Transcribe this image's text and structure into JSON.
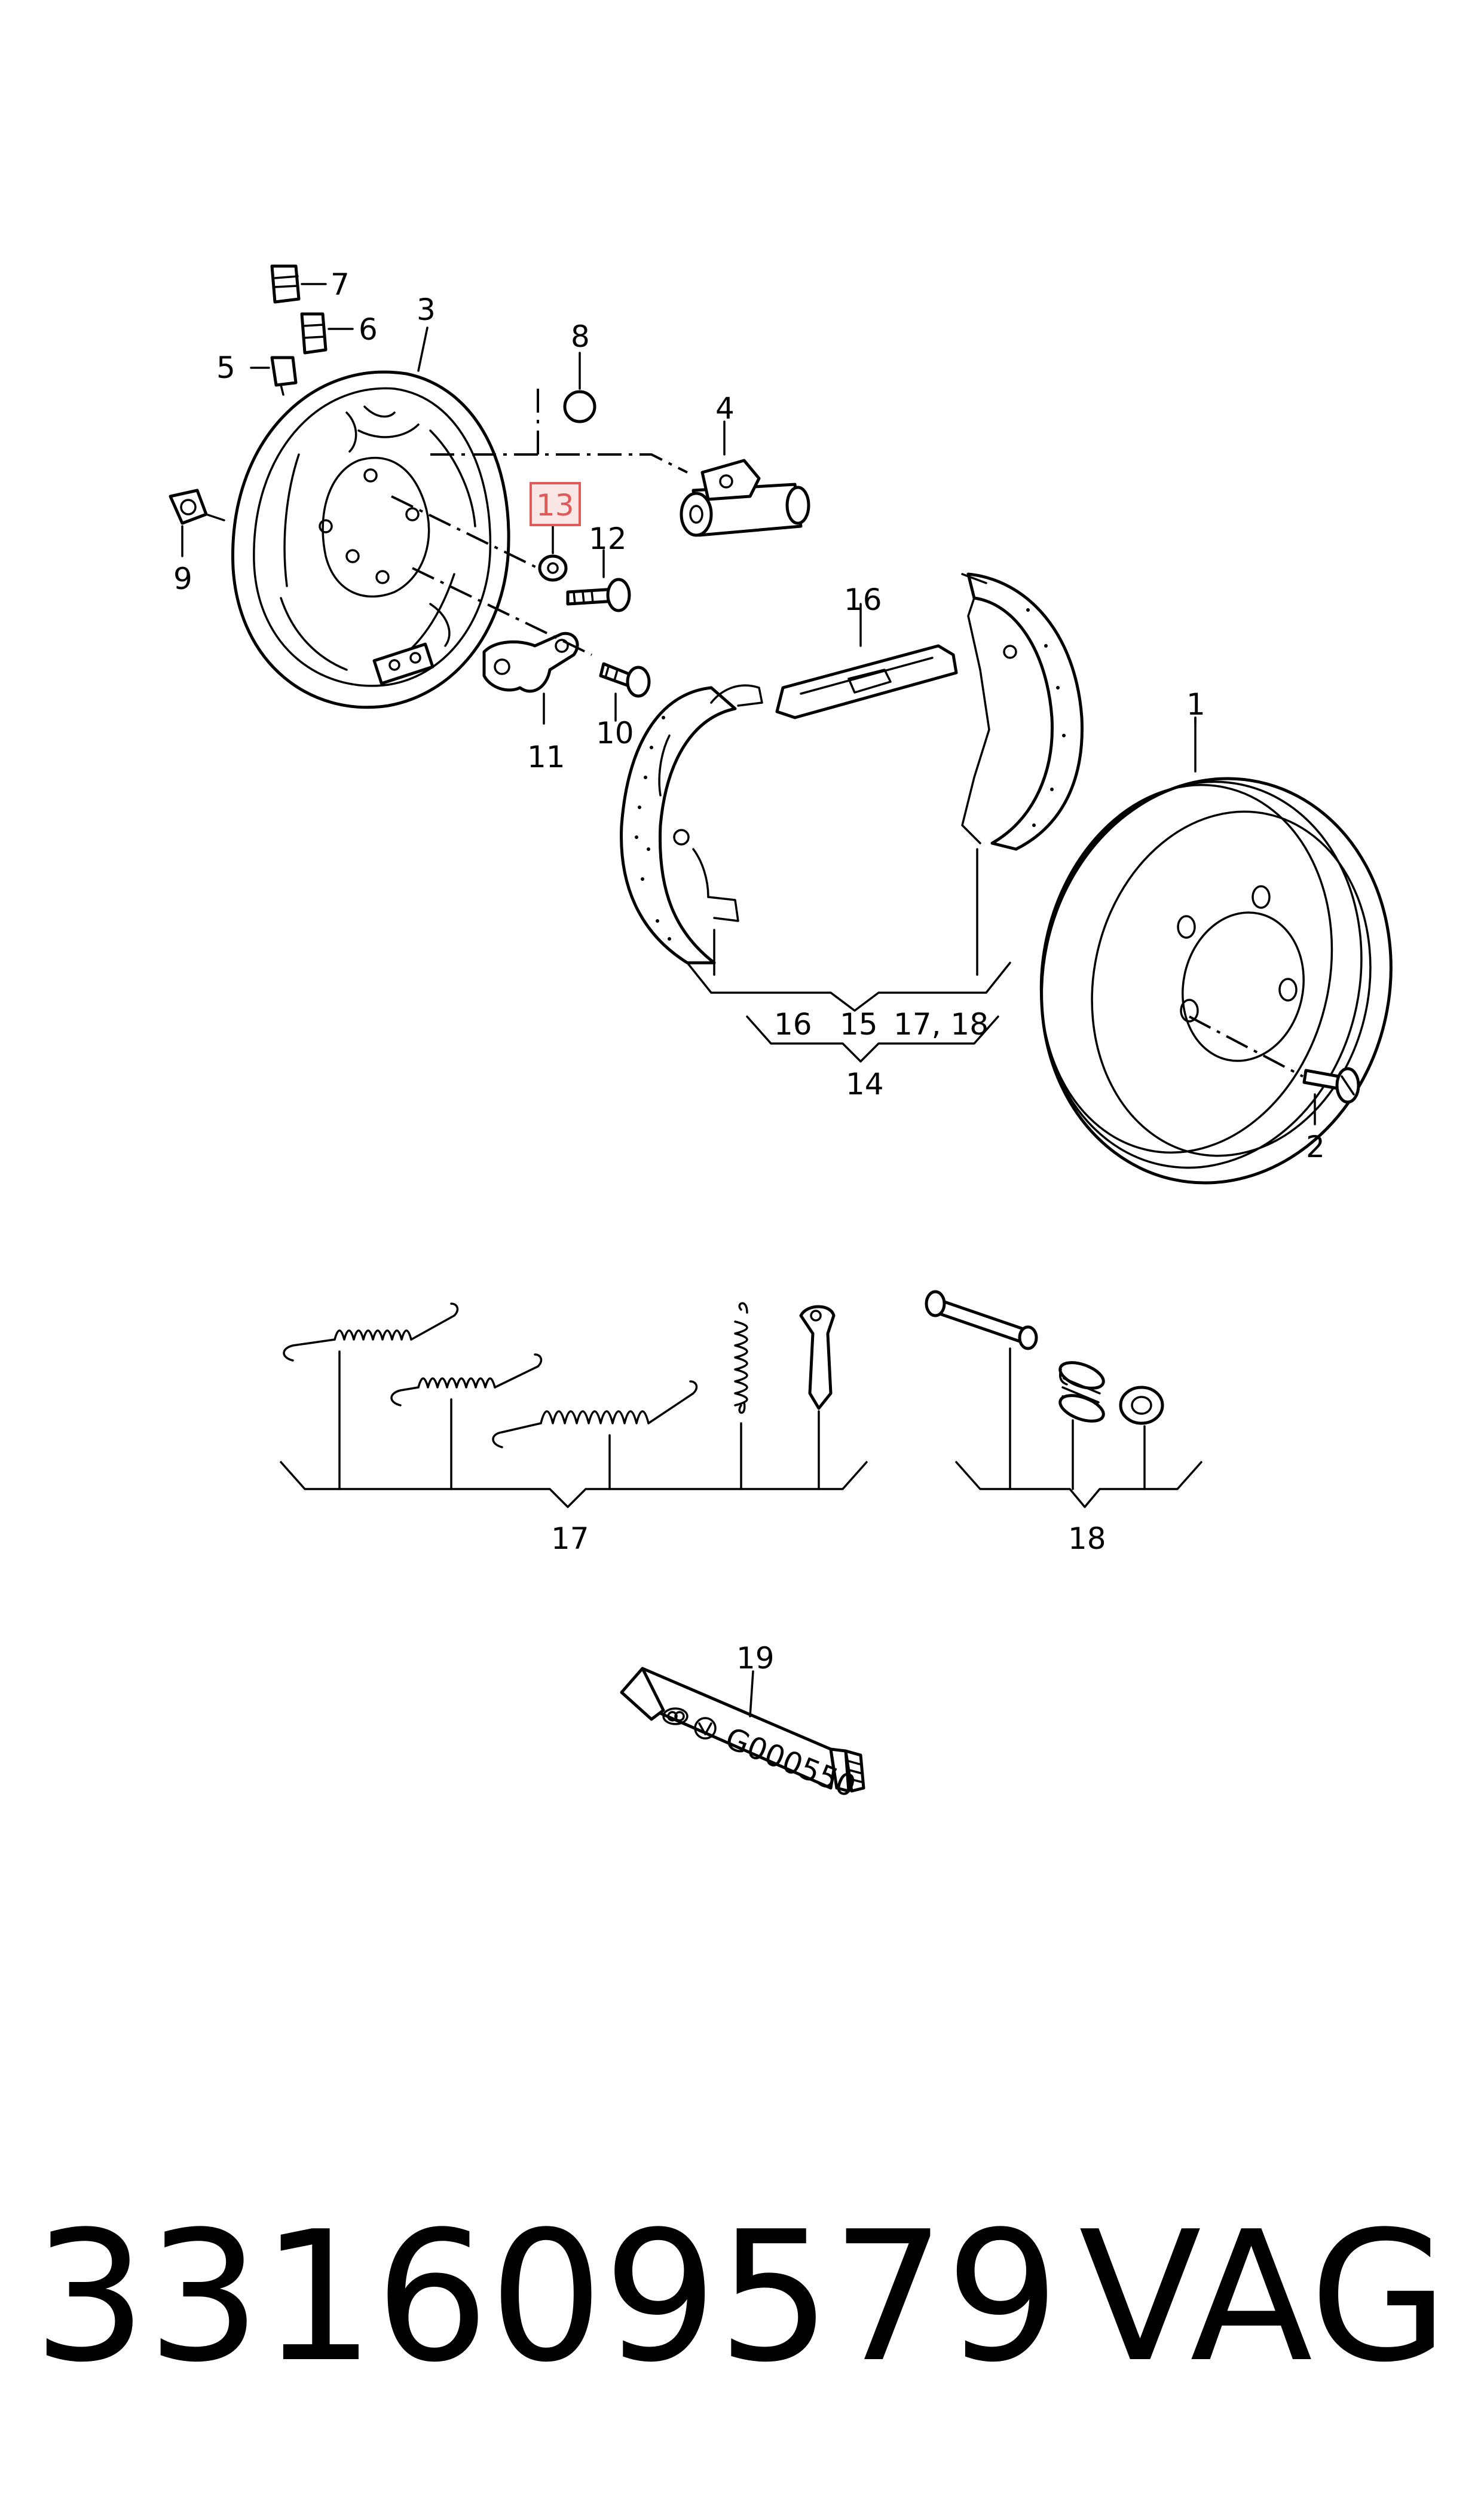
{
  "labels": {
    "l1": "1",
    "l2": "2",
    "l3": "3",
    "l4": "4",
    "l5": "5",
    "l6": "6",
    "l7": "7",
    "l8": "8",
    "l9": "9",
    "l10": "10",
    "l11": "11",
    "l12": "12",
    "l13": "13",
    "l14": "14",
    "l16": "16",
    "l17": "17",
    "l18": "18",
    "l19": "19"
  },
  "group14": {
    "a": "16",
    "b": "15",
    "c": "17, 18"
  },
  "tube_text": "G000550",
  "highlight": {
    "label": "13",
    "border_color": "#e05a5a",
    "fill_color": "#fbe6e6"
  },
  "footer": {
    "part_number": "331609579",
    "brand": "VAG"
  }
}
